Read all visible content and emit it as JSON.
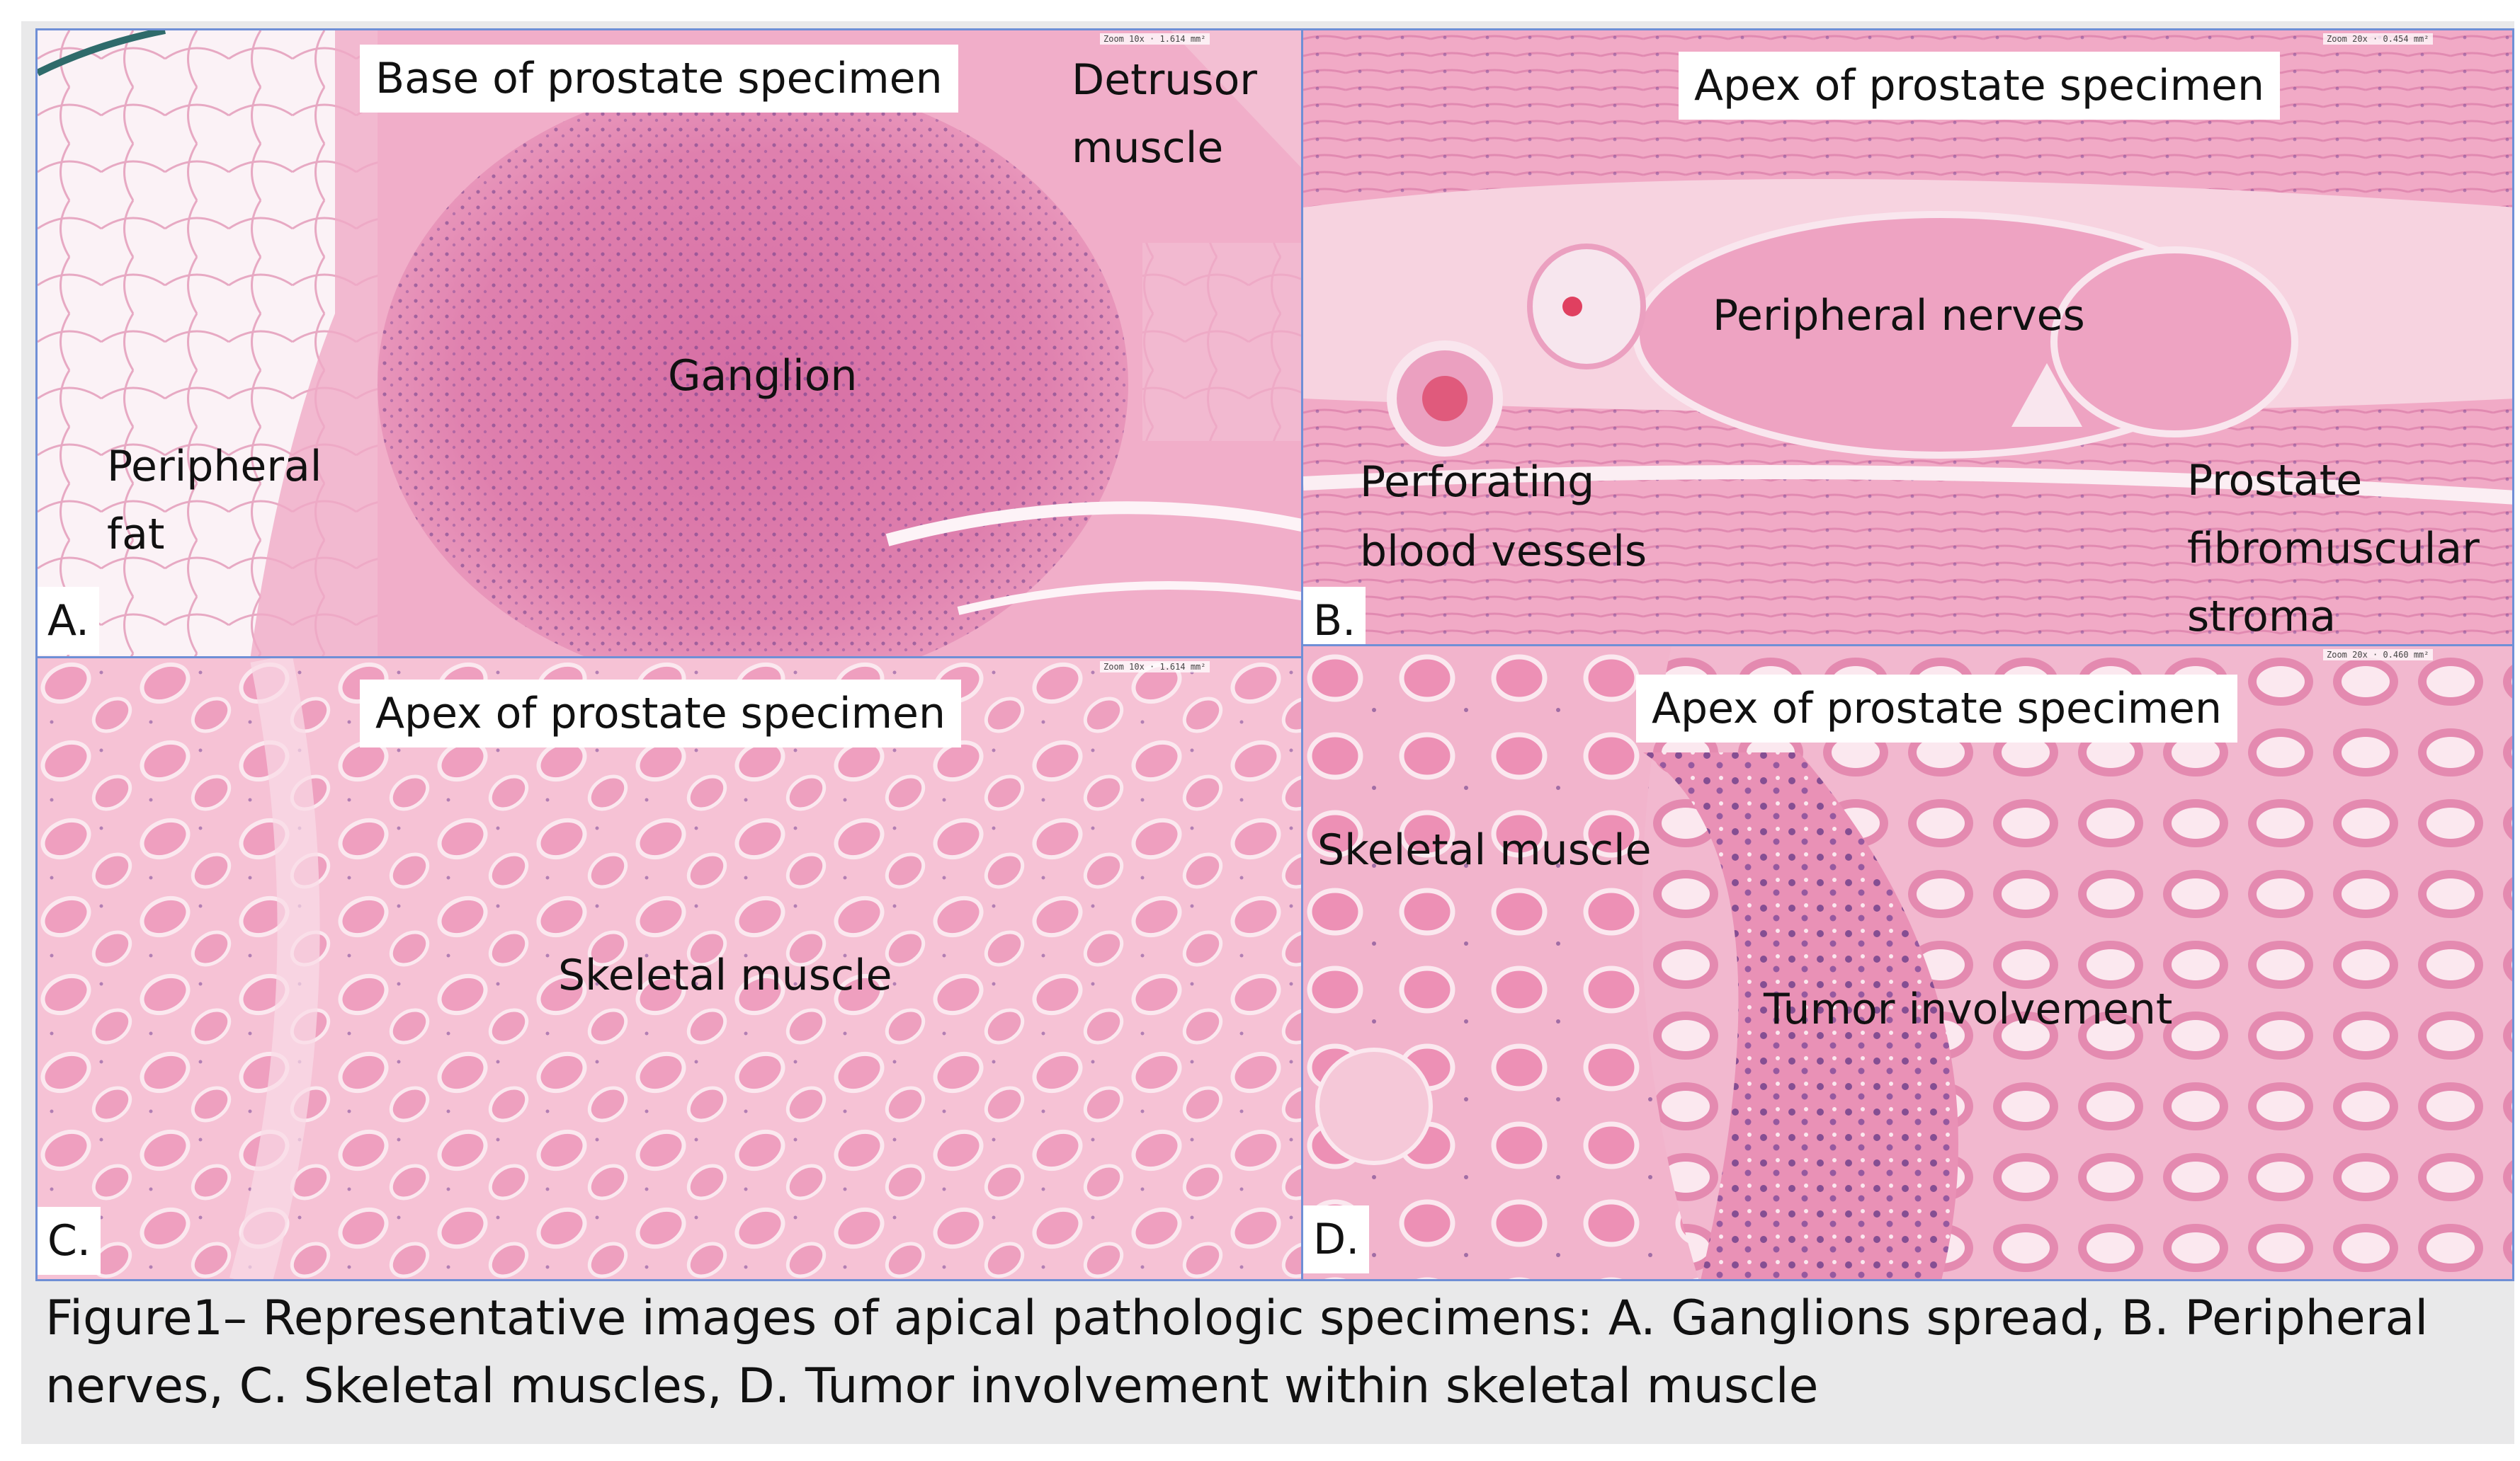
{
  "panels": {
    "a": {
      "letter": "A.",
      "title": "Base of prostate specimen",
      "labels": [
        "Detrusor",
        "muscle",
        "Ganglion",
        "Peripheral",
        "fat"
      ]
    },
    "b": {
      "letter": "B.",
      "title": "Apex of prostate specimen",
      "labels": [
        "Peripheral nerves",
        "Perforating",
        "blood vessels",
        "Prostate",
        "fibromuscular",
        "stroma"
      ]
    },
    "c": {
      "letter": "C.",
      "title": "Apex of prostate specimen",
      "labels": [
        "Skeletal muscle"
      ]
    },
    "d": {
      "letter": "D.",
      "title": "Apex of prostate specimen",
      "labels": [
        "Skeletal muscle",
        "Tumor involvement"
      ]
    }
  },
  "caption": {
    "line1": "Figure1– Representative images of apical pathologic specimens: A. Ganglions spread,  B. Peripheral",
    "line2": "nerves, C. Skeletal muscles, D. Tumor involvement within skeletal muscle"
  },
  "colors": {
    "frame_bg": "#e9e9ea",
    "panel_border": "#6f8fd6",
    "tissue_light": "#f6c9d8",
    "tissue_mid": "#ee9fbd",
    "tissue_dark": "#d9679c",
    "nuclei": "#6b3d8a"
  }
}
